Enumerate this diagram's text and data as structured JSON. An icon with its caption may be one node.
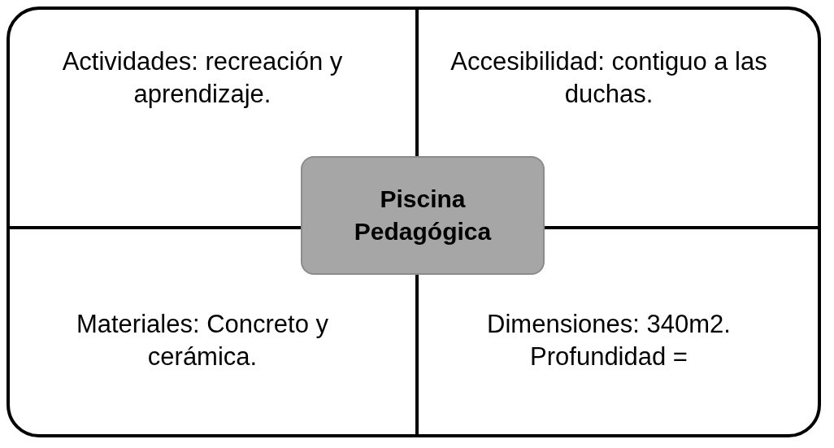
{
  "diagram": {
    "nodes": [
      {
        "text": [],
        "shape": "box"
      },
      {
        "text": [
          "Actividades: recreación y aprendizaje."
        ],
        "in": 0
      },
      {
        "text": [
          "Accesibilidad: contiguo a las duchas."
        ],
        "in": 0
      },
      {
        "text": [
          "Piscina Pedagógica"
        ],
        "in": 0
      },
      {
        "text": [
          "Materiales: Concreto y cerámica."
        ],
        "in": 0
      },
      {
        "text": [
          "Dimensiones: 340m2. Profundidad ="
        ],
        "in": 0
      }
    ]
  }
}
